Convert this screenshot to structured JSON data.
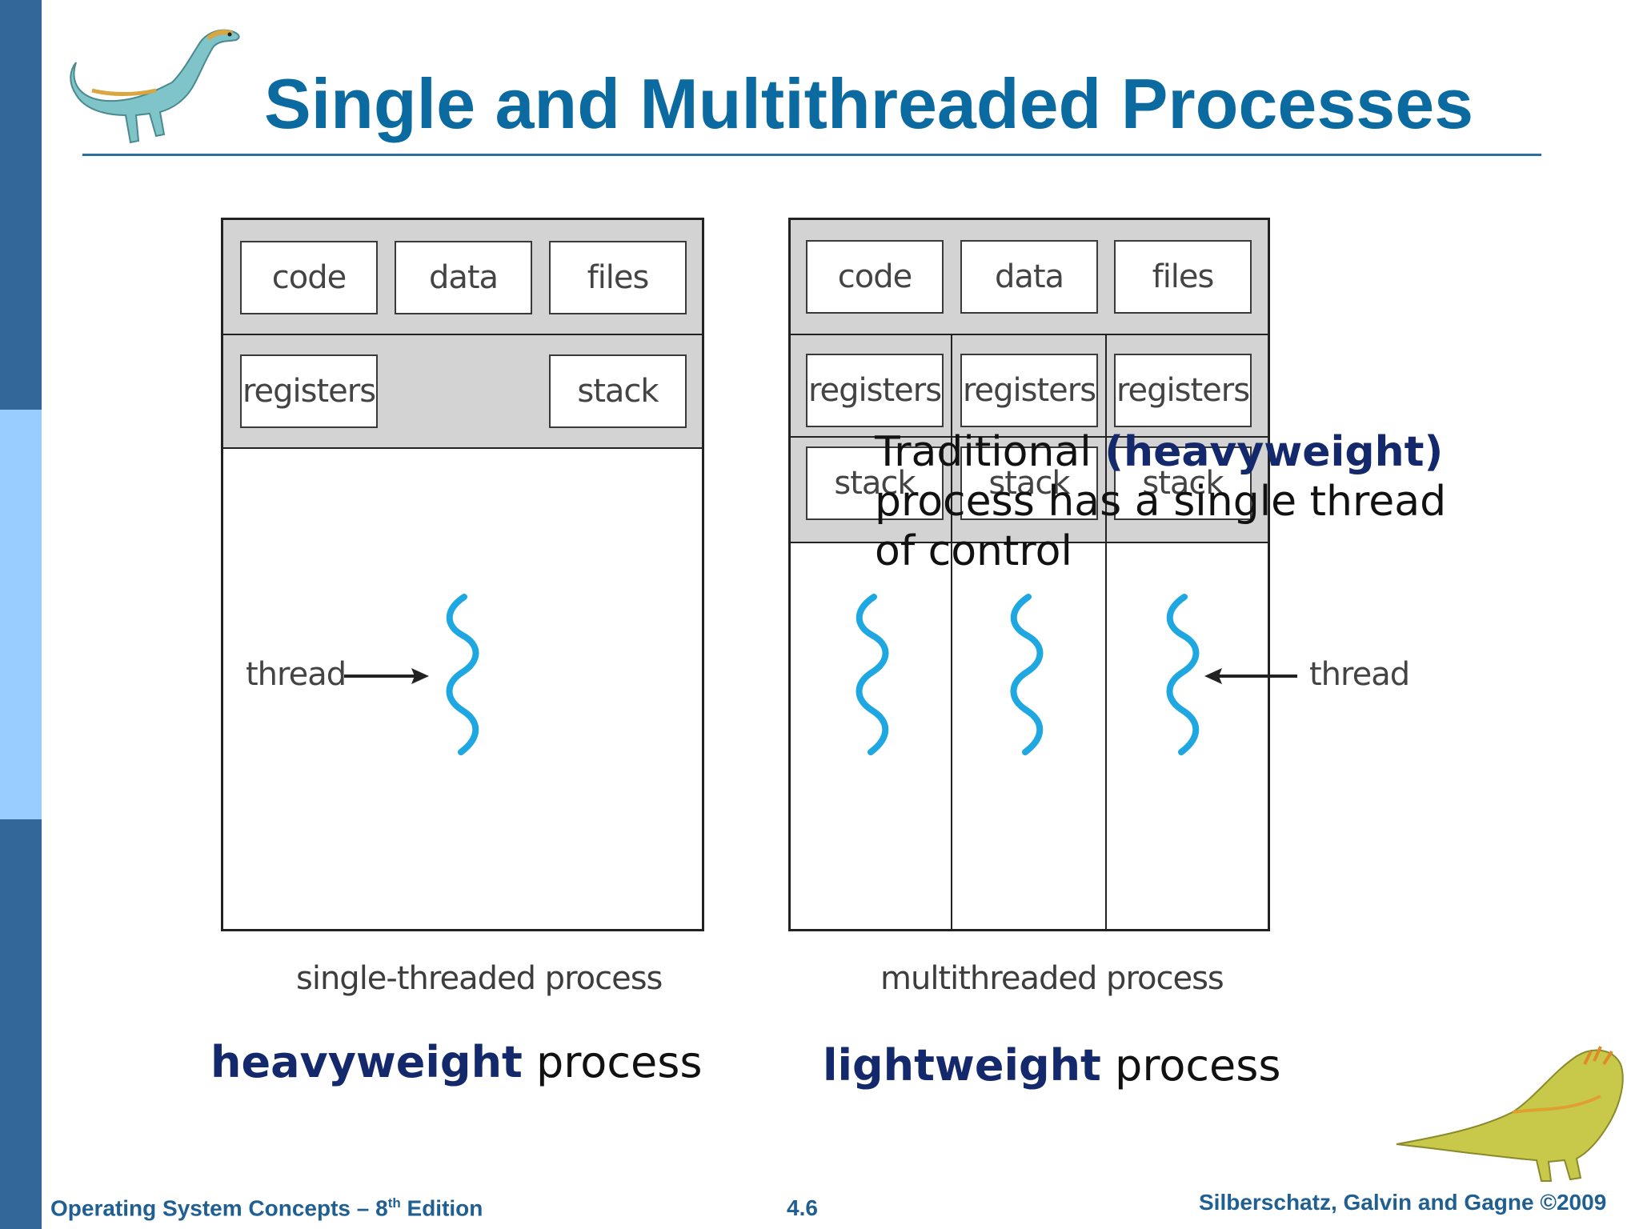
{
  "slide": {
    "title": "Single and Multithreaded Processes",
    "colors": {
      "title": "#0b6aa0",
      "sidebar_dark": "#336699",
      "sidebar_light": "#99ccff",
      "thread": "#1ea7e0",
      "emphasis": "#14296b"
    }
  },
  "single": {
    "boxes": {
      "code": "code",
      "data": "data",
      "files": "files",
      "registers": "registers",
      "stack": "stack"
    },
    "thread_label": "thread",
    "caption": "single-threaded process"
  },
  "multi": {
    "boxes": {
      "code": "code",
      "data": "data",
      "files": "files"
    },
    "registers": [
      "registers",
      "registers",
      "registers"
    ],
    "stacks": [
      "stack",
      "stack",
      "stack"
    ],
    "thread_label": "thread",
    "caption": "multithreaded process"
  },
  "overlay_text": {
    "pre": "Traditional ",
    "bold": "(heavyweight)",
    "post": " process has a single thread of control"
  },
  "bottom_labels": {
    "left": {
      "bold": "heavyweight",
      "rest": " process"
    },
    "right": {
      "bold": "lightweight",
      "rest": " process"
    }
  },
  "footer": {
    "book_pre": "Operating System Concepts – 8",
    "book_sup": "th",
    "book_post": " Edition",
    "page": "4.6",
    "copyright": "Silberschatz, Galvin and Gagne ©2009"
  }
}
